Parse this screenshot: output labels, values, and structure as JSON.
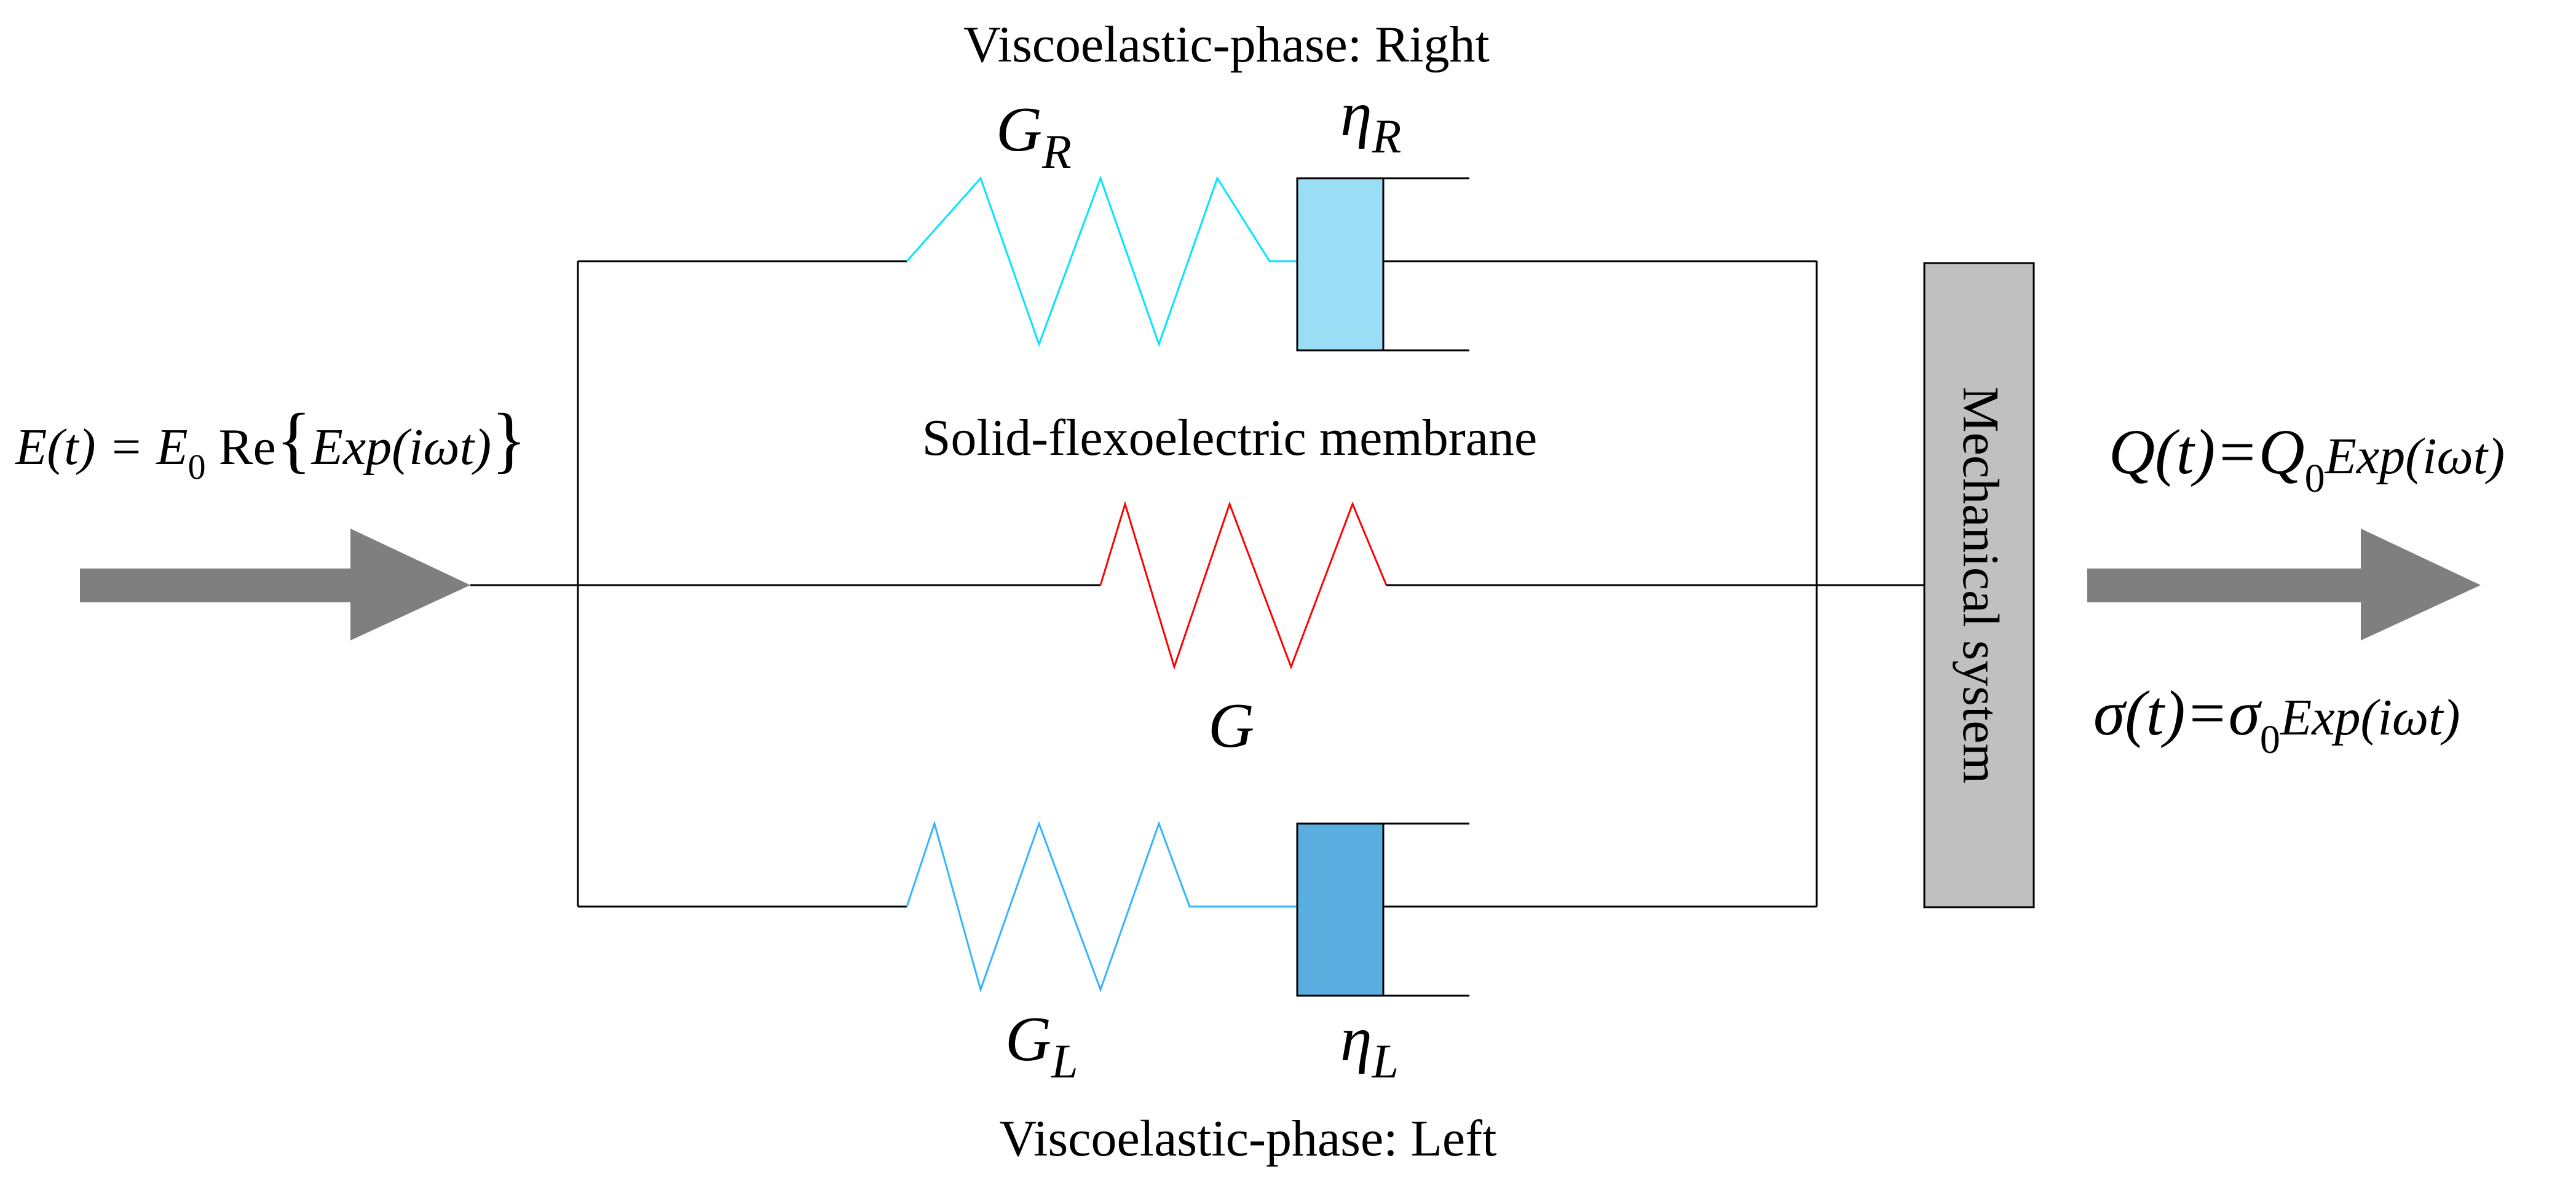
{
  "labels": {
    "top_phase": "Viscoelastic-phase: Right",
    "bottom_phase": "Viscoelastic-phase: Left",
    "membrane": "Solid-flexoelectric membrane",
    "mechanical_system": "Mechanical system"
  },
  "symbols": {
    "G_right": {
      "base": "G",
      "sub": "R"
    },
    "eta_right": {
      "base": "η",
      "sub": "R"
    },
    "G_center": "G",
    "G_left": {
      "base": "G",
      "sub": "L"
    },
    "eta_left": {
      "base": "η",
      "sub": "L"
    }
  },
  "equations": {
    "input": {
      "lhs": "E(t) = E",
      "sub0": "0",
      "re": " Re",
      "brace_open": "{",
      "body": "Exp(iωt)",
      "brace_close": "}"
    },
    "charge": {
      "lhs": "Q(t)=Q",
      "sub0": "0",
      "body": "Exp(iωt)"
    },
    "stress": {
      "lhs": "σ(t)=σ",
      "sub0": "0",
      "body": "Exp(iωt)"
    }
  },
  "colors": {
    "spring_right": "#00e5ff",
    "spring_center": "#ff0000",
    "spring_left": "#33b5ff",
    "dashpot_right": "#99def4",
    "dashpot_left": "#5aafe0",
    "mechanical_box": "#c0c0c0",
    "arrow": "#7f7f7f",
    "wire": "#000000"
  }
}
